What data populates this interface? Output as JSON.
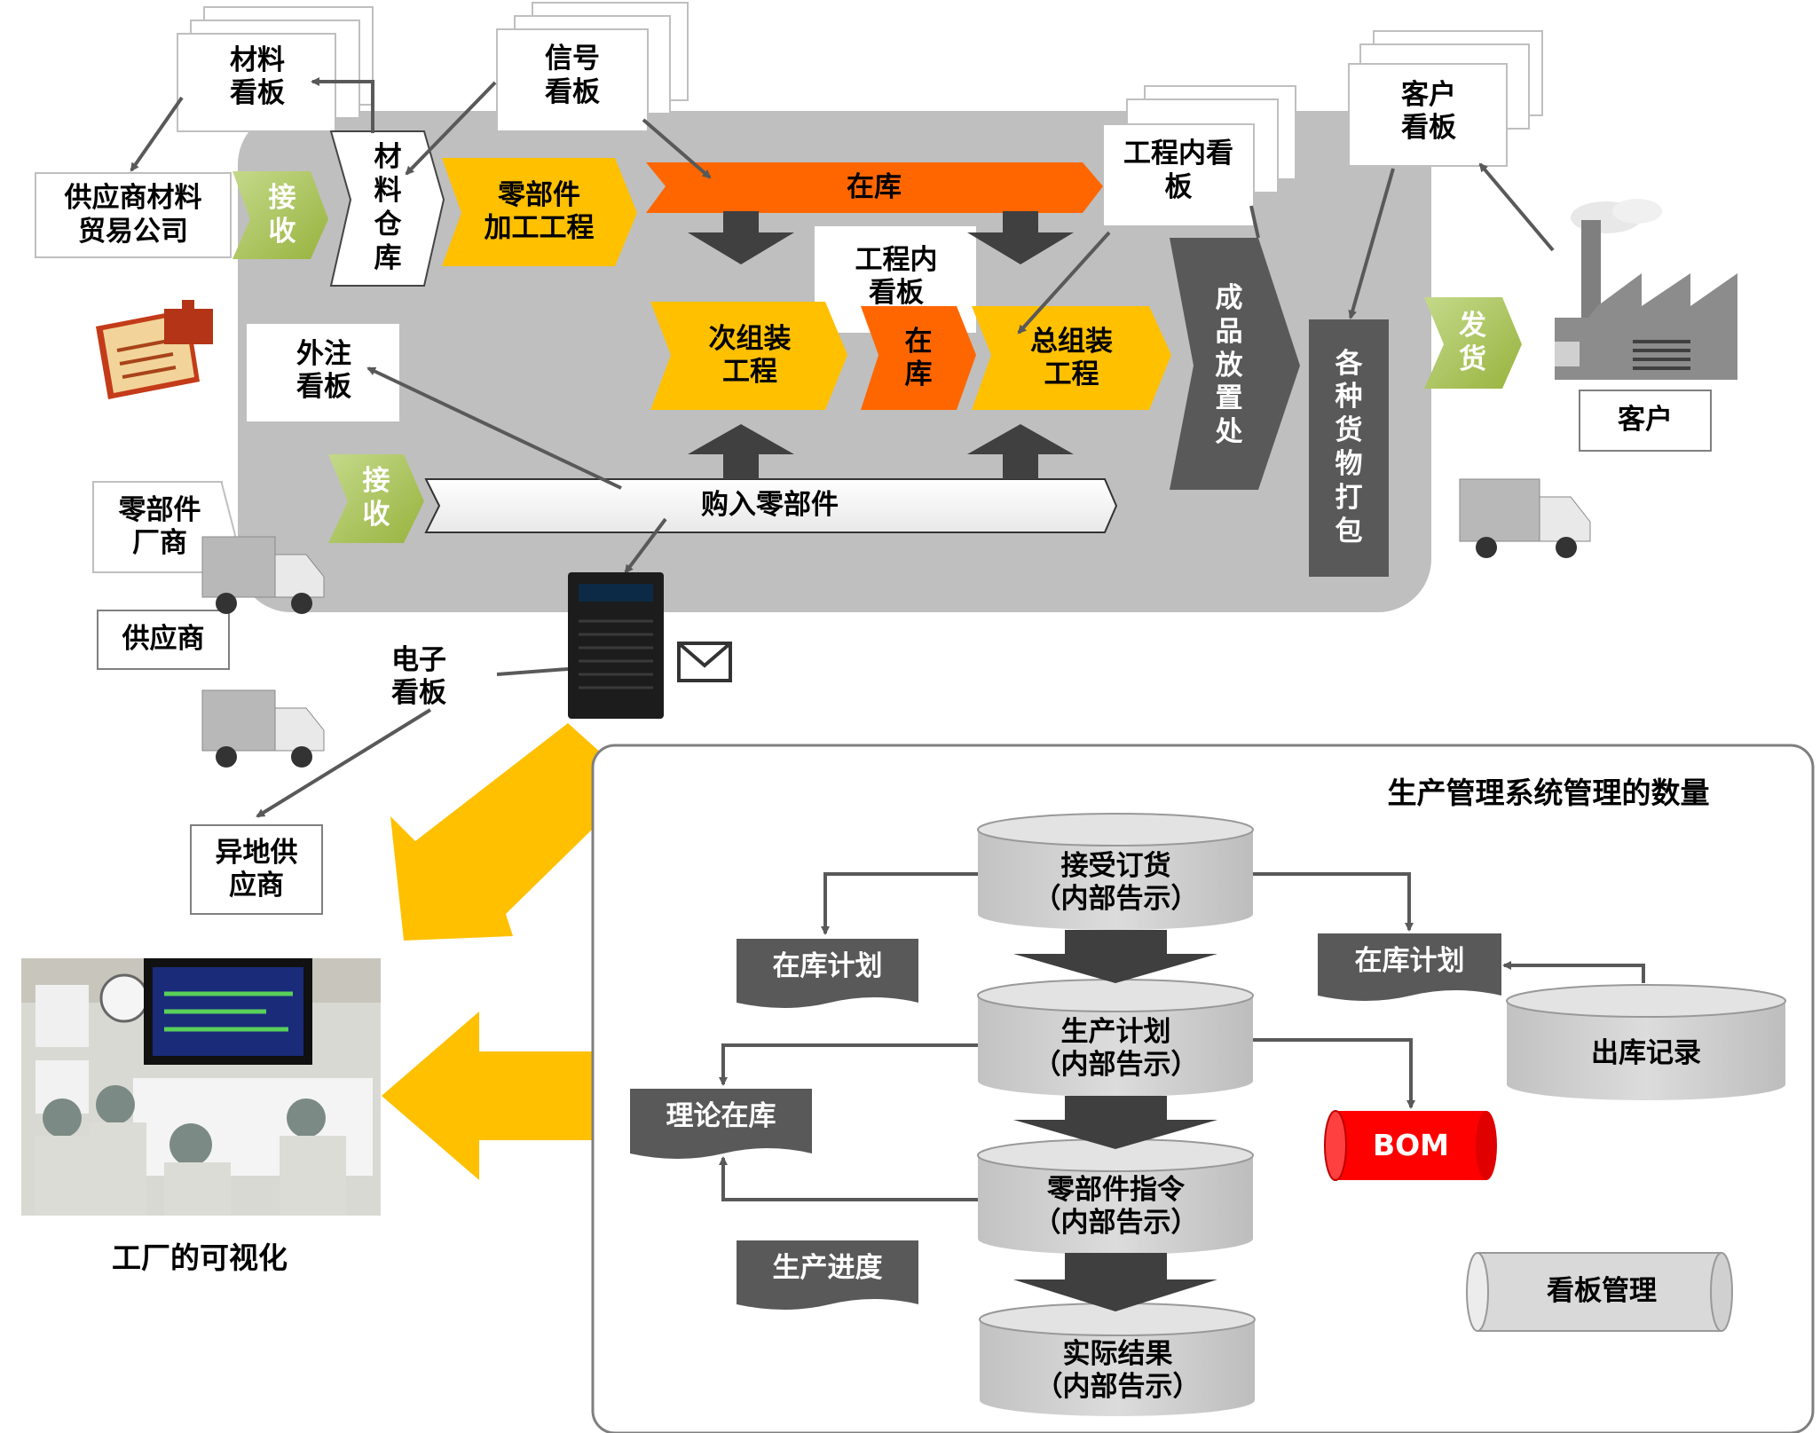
{
  "kanban": {
    "material": "材料\n看板",
    "signal": "信号\n看板",
    "process_top": "工程内看\n板",
    "customer": "客户\n看板",
    "process_mid": "工程内\n看板",
    "outsource": "外注\n看板",
    "electronic": "电子\n看板"
  },
  "flow": {
    "supplier_trading": "供应商材料\n贸易公司",
    "receive1": "接收",
    "material_warehouse": "材料仓库",
    "parts_machining": "零部件\n加工工程",
    "inventory_top": "在库",
    "sub_assembly": "次组装\n工程",
    "inventory_mid": "在\n库",
    "final_assembly": "总组装\n工程",
    "finished_goods": "成品放置处",
    "packing": "各种货物打包",
    "ship": "发货",
    "customer": "客户",
    "parts_maker": "零部件\n厂商",
    "receive2": "接收",
    "purchased_parts": "购入零部件",
    "supplier": "供应商",
    "remote_supplier": "异地供\n应商"
  },
  "visualization": {
    "caption": "工厂的可视化"
  },
  "system": {
    "title": "生产管理系统管理的数量",
    "order": "接受订货\n（内部告示）",
    "plan": "生产计划\n（内部告示）",
    "parts_order": "零部件指令\n（内部告示）",
    "result": "实际结果\n（内部告示）",
    "stock_plan_left": "在库计划",
    "stock_plan_right": "在库计划",
    "theory_stock": "理论在库",
    "progress": "生产进度",
    "shipment_record": "出库记录",
    "bom": "BOM",
    "kanban_mgmt": "看板管理"
  },
  "colors": {
    "gray_panel": "#bfbfbf",
    "orange_yellow": "#ffc000",
    "orange_red": "#ff6600",
    "green": "#b0c957",
    "dark_gray": "#595959",
    "big_arrow": "#ffc000",
    "bom_red": "#ff0000"
  }
}
